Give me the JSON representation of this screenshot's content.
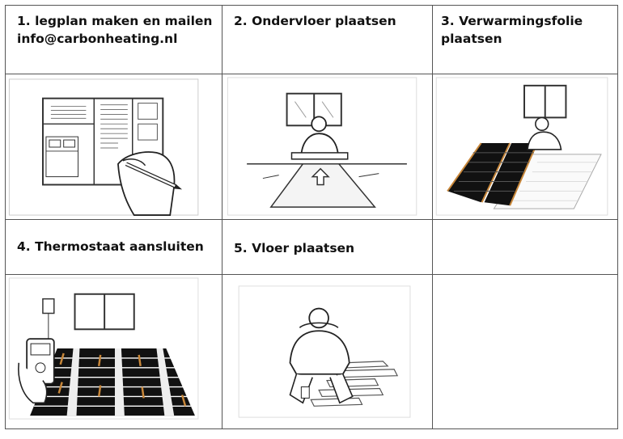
{
  "steps": [
    {
      "label": "1. legplan maken en mailen\n    info@carbonheating.nl"
    },
    {
      "label": "2. Ondervloer plaatsen"
    },
    {
      "label": "3. Verwarmingsfolie\n     plaatsen"
    },
    {
      "label": "4. Thermostaat aansluiten"
    },
    {
      "label": "5. Vloer plaatsen"
    }
  ],
  "colors": {
    "border": "#555555",
    "heating_film": "#111111",
    "copper_strip": "#c8873a"
  }
}
